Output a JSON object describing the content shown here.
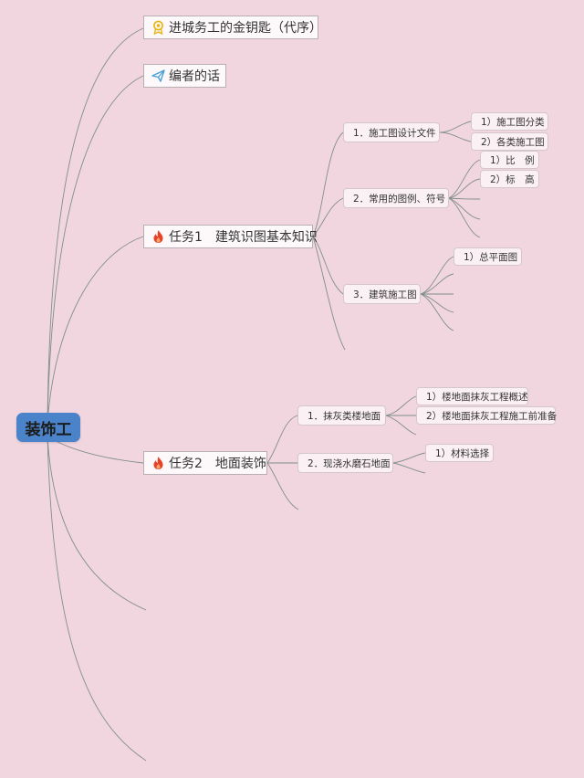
{
  "root": {
    "label": "装饰工"
  },
  "branches": [
    {
      "label": "进城务工的金钥匙（代序）",
      "icon": "award-ribbon-icon"
    },
    {
      "label": "编者的话",
      "icon": "paper-plane-icon"
    },
    {
      "label": "任务1　建筑识图基本知识",
      "icon": "fire-icon",
      "children": [
        {
          "label": "1．施工图设计文件",
          "children": [
            "1）施工图分类",
            "2）各类施工图"
          ]
        },
        {
          "label": "2．常用的图例、符号",
          "children": [
            "1）比　例",
            "2）标　高"
          ]
        },
        {
          "label": "3．建筑施工图",
          "children": [
            "1）总平面图"
          ]
        }
      ]
    },
    {
      "label": "任务2　地面装饰",
      "icon": "fire-icon",
      "children": [
        {
          "label": "1．抹灰类楼地面",
          "children": [
            "1）楼地面抹灰工程概述",
            "2）楼地面抹灰工程施工前准备"
          ]
        },
        {
          "label": "2．现浇水磨石地面",
          "children": [
            "1）材料选择"
          ]
        }
      ]
    }
  ],
  "colors": {
    "background": "#f2d6df",
    "root": "#4a83c9",
    "connector": "#7f8f88",
    "fire": "#e4432a",
    "award": "#e7b416",
    "plane": "#4a9fd8"
  }
}
